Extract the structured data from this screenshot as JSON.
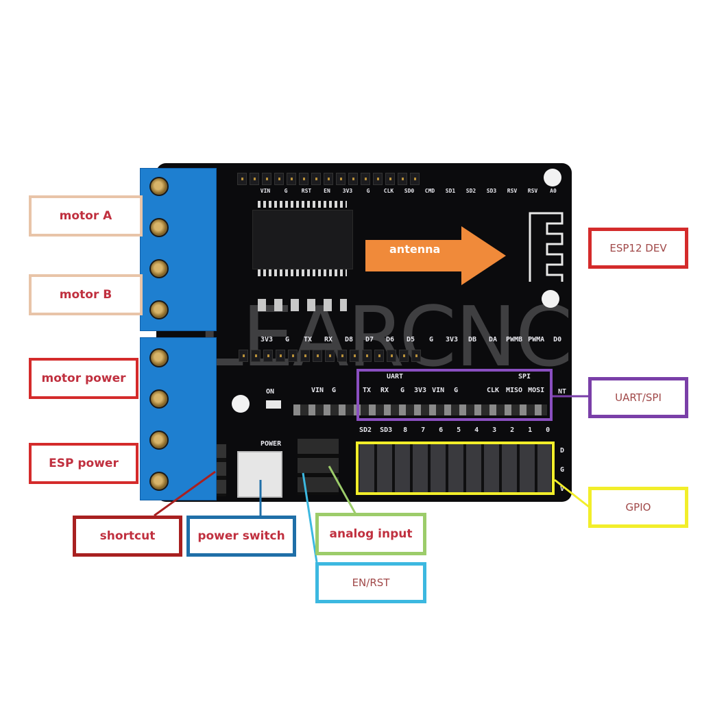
{
  "diagram": {
    "board_name": "ESP12 DEV",
    "watermark": "LEARCNC",
    "antenna_label": "antenna",
    "top_header_labels": [
      "VIN",
      "G",
      "RST",
      "EN",
      "3V3",
      "G",
      "CLK",
      "SD0",
      "CMD",
      "SD1",
      "SD2",
      "SD3",
      "RSV",
      "RSV",
      "A0"
    ],
    "upper_header_labels": [
      "3V3",
      "G",
      "TX",
      "RX",
      "D8",
      "D7",
      "D6",
      "D5",
      "G",
      "3V3",
      "DB",
      "DA",
      "PWMB",
      "PWMA",
      "D0"
    ],
    "uart_group": {
      "title": "UART",
      "labels": [
        "TX",
        "RX",
        "G",
        "3V3",
        "VIN",
        "G"
      ]
    },
    "spi_group": {
      "title": "SPI",
      "labels": [
        "CLK",
        "MISO",
        "MOSI"
      ]
    },
    "power_pins_labels": [
      "VIN",
      "G"
    ],
    "int_label": "NT",
    "on_label": "ON",
    "power_label": "POWER",
    "gpio_labels": [
      "SD2",
      "SD3",
      "8",
      "7",
      "6",
      "5",
      "4",
      "3",
      "2",
      "1",
      "0"
    ],
    "gpio_row_labels": [
      "D",
      "G",
      "V"
    ],
    "callouts": [
      {
        "id": "motor-a",
        "text": "motor A",
        "color": "#e8c4a8"
      },
      {
        "id": "motor-b",
        "text": "motor B",
        "color": "#e8c4a8"
      },
      {
        "id": "motor-power",
        "text": "motor power",
        "color": "#d42b2b"
      },
      {
        "id": "esp-power",
        "text": "ESP power",
        "color": "#d42b2b"
      },
      {
        "id": "shortcut",
        "text": "shortcut",
        "color": "#a82020"
      },
      {
        "id": "power-switch",
        "text": "power switch",
        "color": "#1f6fa8"
      },
      {
        "id": "analog-input",
        "text": "analog input",
        "color": "#9ccc6a"
      },
      {
        "id": "en-rst",
        "text": "EN/RST",
        "color": "#3cb8e0"
      },
      {
        "id": "esp12-dev",
        "text": "ESP12 DEV",
        "color": "#d42b2b"
      },
      {
        "id": "uart-spi",
        "text": "UART/SPI",
        "color": "#7a3fa8"
      },
      {
        "id": "gpio",
        "text": "GPIO",
        "color": "#f2ee2a"
      }
    ],
    "colors": {
      "antenna_arrow": "#f08a3a",
      "uart_spi_box": "#8a4fc0",
      "gpio_box": "#f2ee2a"
    }
  }
}
